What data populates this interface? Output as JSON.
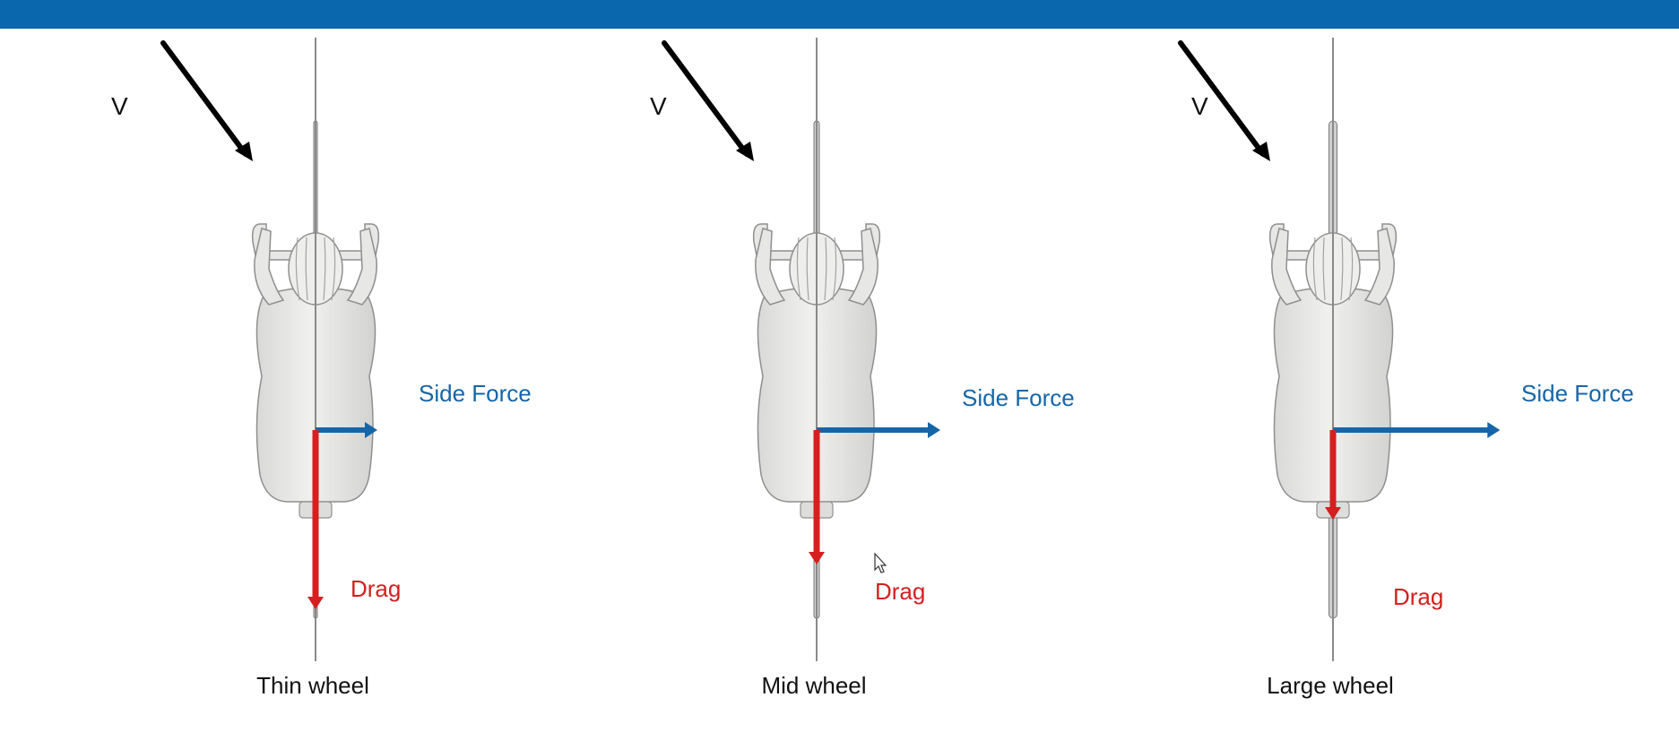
{
  "colors": {
    "top_bar": "#0a66ad",
    "side_force": "#1566a8",
    "drag": "#d61f1f",
    "wind_arrow": "#000000",
    "rider_fill": "#e7e7e5",
    "rider_stroke": "#8f8f8f",
    "wheel": "#7a7a7a"
  },
  "panels": [
    {
      "caption": "Thin wheel",
      "velocity_label": "V",
      "side_force_label": "Side Force",
      "drag_label": "Drag",
      "side_force_magnitude": 0.5,
      "drag_magnitude": 1.0,
      "wheel_width": "thin"
    },
    {
      "caption": "Mid wheel",
      "velocity_label": "V",
      "side_force_label": "Side Force",
      "drag_label": "Drag",
      "side_force_magnitude": 1.0,
      "drag_magnitude": 0.75,
      "wheel_width": "mid"
    },
    {
      "caption": "Large wheel",
      "velocity_label": "V",
      "side_force_label": "Side Force",
      "drag_label": "Drag",
      "side_force_magnitude": 1.35,
      "drag_magnitude": 0.5,
      "wheel_width": "large"
    }
  ]
}
